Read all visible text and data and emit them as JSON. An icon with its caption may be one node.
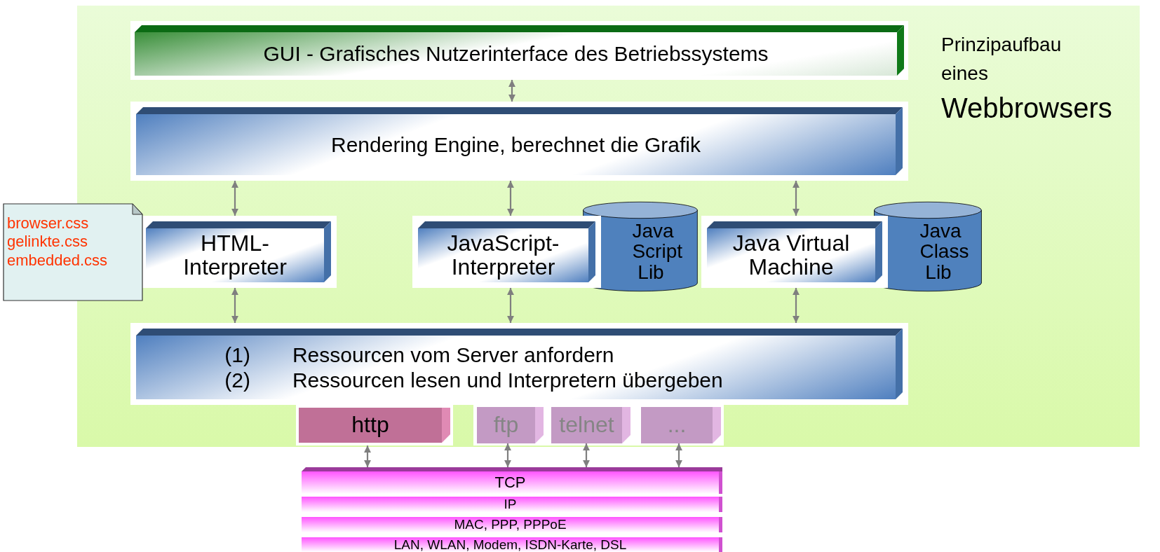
{
  "diagram": {
    "nodes": [
      {
        "text": [
          "GUI - Grafisches Nutzerinterface des Betriebssystems"
        ]
      },
      {
        "text": [
          "Rendering Engine, berechnet die Grafik"
        ]
      },
      {
        "text": [
          "browser.css",
          "gelinkte.css",
          "embedded.css"
        ]
      },
      {
        "text": [
          "HTML- Interpreter"
        ]
      },
      {
        "text": [
          "JavaScript- Interpreter"
        ]
      },
      {
        "text": [
          "Java Script Lib"
        ]
      },
      {
        "text": [
          "Java Virtual Machine"
        ]
      },
      {
        "text": [
          "Java Class Lib"
        ]
      },
      {
        "text": [
          "(1)",
          "Ressourcen vom Server anfordern",
          "(2)",
          "Ressourcen lesen und Interpretern übergeben"
        ]
      },
      {
        "text": [
          "http"
        ]
      },
      {
        "text": [
          "ftp"
        ]
      },
      {
        "text": [
          "telnet"
        ]
      },
      {
        "text": [
          "..."
        ]
      },
      {
        "text": [
          "TCP"
        ]
      },
      {
        "text": [
          "IP"
        ]
      },
      {
        "text": [
          "MAC, PPP, PPPoE"
        ]
      },
      {
        "text": [
          "LAN, WLAN, Modem, ISDN-Karte, DSL"
        ]
      }
    ],
    "edges": [
      {
        "from": 0,
        "to": 1,
        "arrow": "both"
      },
      {
        "from": 1,
        "to": 3,
        "arrow": "both"
      },
      {
        "from": 1,
        "to": 4,
        "arrow": "both"
      },
      {
        "from": 1,
        "to": 6,
        "arrow": "both"
      },
      {
        "from": 3,
        "to": 8,
        "arrow": "both"
      },
      {
        "from": 4,
        "to": 8,
        "arrow": "both"
      },
      {
        "from": 6,
        "to": 8,
        "arrow": "both"
      },
      {
        "from": 9,
        "to": 13,
        "arrow": "both"
      },
      {
        "from": 10,
        "to": 13,
        "arrow": "both"
      },
      {
        "from": 11,
        "to": 13,
        "arrow": "both"
      },
      {
        "from": 12,
        "to": 13,
        "arrow": "both"
      }
    ],
    "labels": [
      "Prinzipaufbau eines",
      "Webbrowsers"
    ]
  }
}
